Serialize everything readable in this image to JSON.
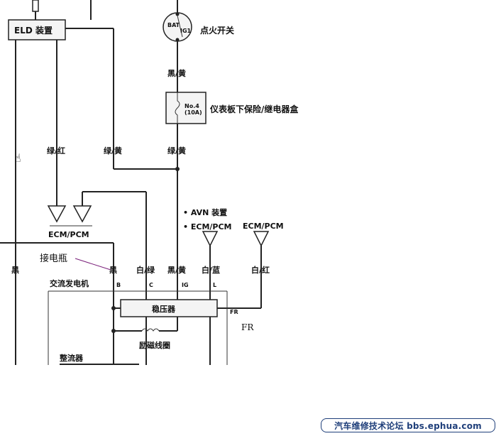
{
  "labels": {
    "eld_device": "ELD 装置",
    "ignition_switch": "点火开关",
    "bat": "BAT",
    "ig1": "IG1",
    "black_yellow_top": "黑/黄",
    "fuse_box": "仪表板下保险/继电器盒",
    "fuse_no": "No.4",
    "fuse_amp": "(10A)",
    "green_red": "绿/红",
    "green_yellow_left": "绿/黄",
    "green_yellow_right": "绿/黄",
    "ecm_pcm_left": "ECM/PCM",
    "avn_device": "• AVN 装置",
    "ecm_pcm_bullet": "• ECM/PCM",
    "ecm_pcm_right": "ECM/PCM",
    "battery_note": "接电瓶",
    "black_left": "黑",
    "black_mid": "黑",
    "white_green": "白/绿",
    "black_yellow_bottom": "黑/黄",
    "white_blue": "白/蓝",
    "white_red": "白/红",
    "alternator": "交流发电机",
    "term_b": "B",
    "term_c": "C",
    "term_ig": "IG",
    "term_l": "L",
    "term_fr": "FR",
    "fr_note": "FR",
    "regulator": "稳压器",
    "field_coil": "励磁线圈",
    "rectifier": "整流器"
  },
  "watermark": "汽车维修技术论坛 bbs.ephua.com"
}
